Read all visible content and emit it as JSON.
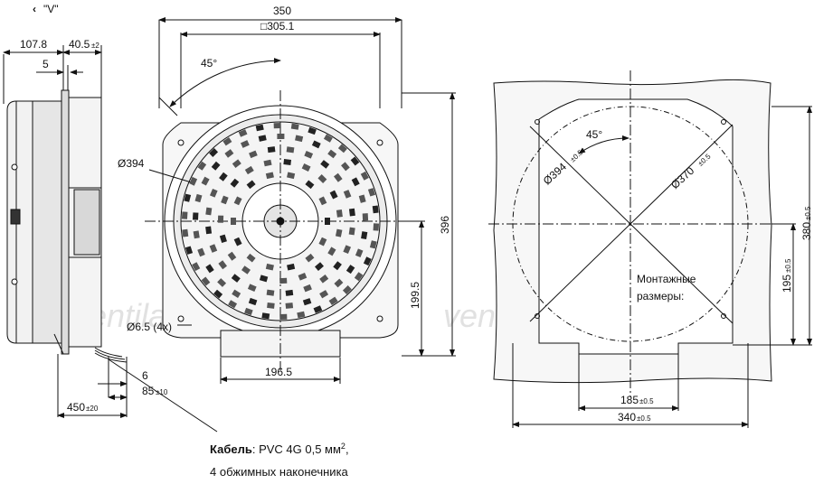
{
  "view_label": "\"V\"",
  "watermark": "ventilatory.ru",
  "side_view": {
    "dim_total": "107.8",
    "dim_flange": "40.5",
    "dim_flange_tol": "±2",
    "dim_step": "5",
    "dim_6": "6",
    "dim_85": "85",
    "dim_85_tol": "±10",
    "dim_450": "450",
    "dim_450_tol": "±20"
  },
  "front_view": {
    "dim_width": "350",
    "dim_square": "□305.1",
    "angle": "45°",
    "dia_outer": "Ø394",
    "dia_hole": "Ø6.5 (4x)",
    "dim_height": "396",
    "dim_199": "199.5",
    "dim_196": "196.5"
  },
  "mount_view": {
    "angle": "45°",
    "dia_394": "Ø394",
    "dia_394_tol": "±0.5",
    "dia_370": "Ø370",
    "dia_370_tol": "±0.5",
    "note_line1": "Монтажные",
    "note_line2": "размеры:",
    "dim_380": "380",
    "dim_380_tol": "±0.5",
    "dim_195": "195",
    "dim_195_tol": "±0.5",
    "dim_185": "185",
    "dim_185_tol": "±0.5",
    "dim_340": "340",
    "dim_340_tol": "±0.5"
  },
  "cable": {
    "label": "Кабель",
    "spec": ": PVC 4G 0,5 мм",
    "sup": "2",
    "tail": ",",
    "line2": "4 обжимных наконечника"
  }
}
